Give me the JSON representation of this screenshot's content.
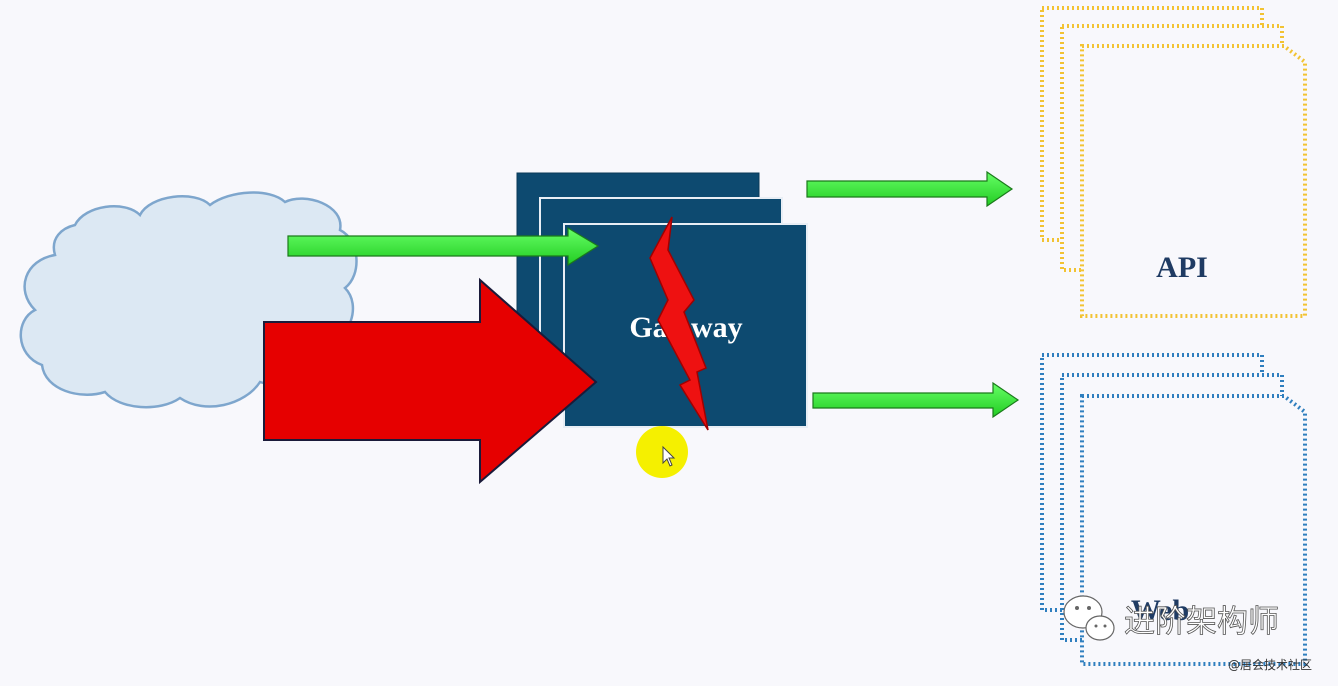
{
  "gateway": {
    "label": "Gateway"
  },
  "services": {
    "api": {
      "label": "API"
    },
    "web": {
      "label": "Web"
    }
  },
  "watermark": {
    "title": "进阶架构师",
    "subtitle": "@居会技术社区"
  },
  "colors": {
    "background": "#f8f8fc",
    "cloud_fill": "#dce8f3",
    "cloud_stroke": "#7ea6cd",
    "gateway_fill": "#0d4a70",
    "green_arrow": "#2ee82e",
    "red_arrow": "#e60000",
    "api_outline": "#f2c333",
    "web_outline": "#2f7fbf",
    "cursor_highlight": "#f5f000"
  },
  "icons": {
    "cursor": "mouse-pointer-icon",
    "lightning": "crack-lightning-icon",
    "watermark_logo": "wechat-logo-icon"
  }
}
